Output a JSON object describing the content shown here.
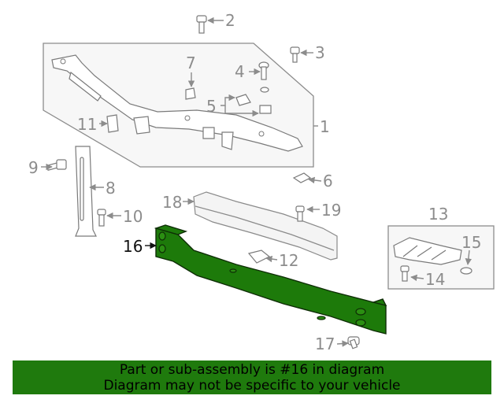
{
  "diagram": {
    "callouts": {
      "c1": "1",
      "c2": "2",
      "c3": "3",
      "c4": "4",
      "c5": "5",
      "c6": "6",
      "c7": "7",
      "c8": "8",
      "c9": "9",
      "c10": "10",
      "c11": "11",
      "c12": "12",
      "c13": "13",
      "c14": "14",
      "c15": "15",
      "c16": "16",
      "c17": "17",
      "c18": "18",
      "c19": "19"
    },
    "highlighted_part": "16",
    "highlight_color": "#1f7a0d"
  },
  "banner": {
    "line1": "Part or sub-assembly is #16 in diagram",
    "line2": "Diagram may not be specific to your vehicle"
  }
}
